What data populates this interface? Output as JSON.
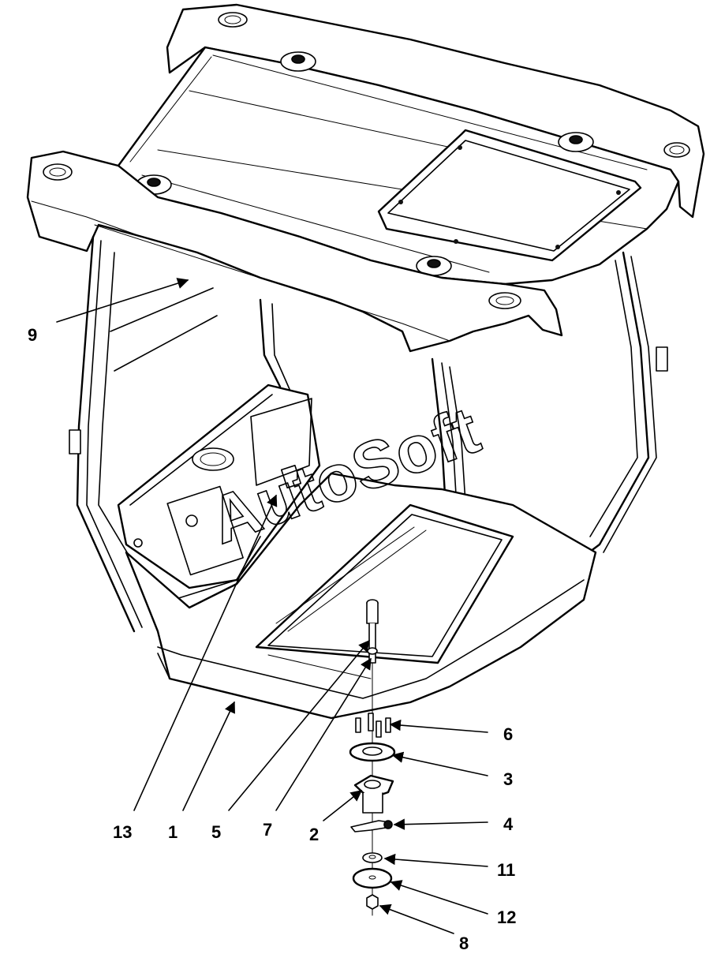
{
  "watermark": "AutoSoft",
  "callouts": [
    {
      "id": "c9",
      "label": "9"
    },
    {
      "id": "c6",
      "label": "6"
    },
    {
      "id": "c3",
      "label": "3"
    },
    {
      "id": "c4",
      "label": "4"
    },
    {
      "id": "c11",
      "label": "11"
    },
    {
      "id": "c12",
      "label": "12"
    },
    {
      "id": "c8",
      "label": "8"
    },
    {
      "id": "c13",
      "label": "13"
    },
    {
      "id": "c1",
      "label": "1"
    },
    {
      "id": "c5",
      "label": "5"
    },
    {
      "id": "c7",
      "label": "7"
    },
    {
      "id": "c2",
      "label": "2"
    }
  ]
}
